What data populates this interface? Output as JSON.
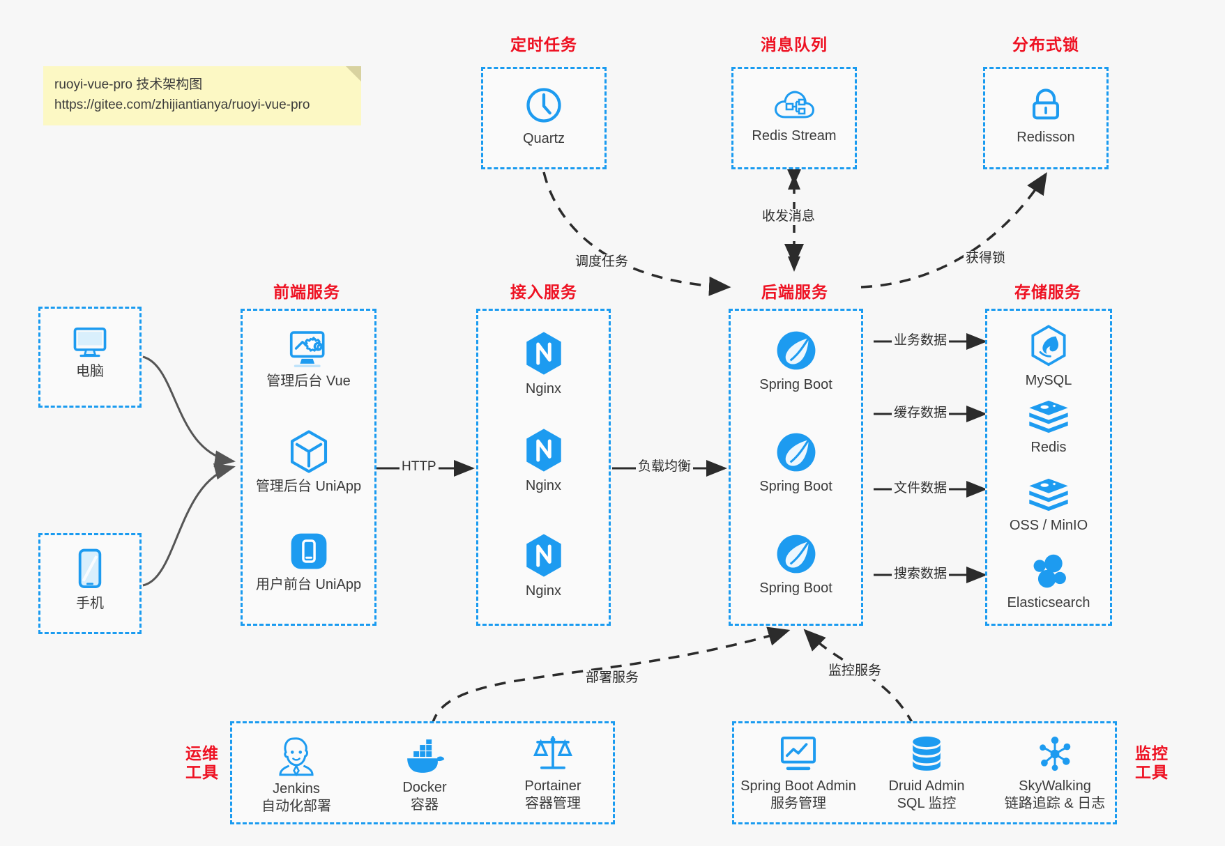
{
  "note": {
    "line1": "ruoyi-vue-pro 技术架构图",
    "line2": "https://gitee.com/zhijiantianya/ruoyi-vue-pro"
  },
  "colors": {
    "accent_blue": "#1a9bf0",
    "caption_red": "#ee1122",
    "icon_blue": "#1d9bf0",
    "edge_gray": "#555555",
    "note_yellow": "#fcf8c4",
    "canvas": "#f7f7f7"
  },
  "captions": {
    "scheduled_task": "定时任务",
    "message_queue": "消息队列",
    "distributed_lock": "分布式锁",
    "frontend_service": "前端服务",
    "access_service": "接入服务",
    "backend_service": "后端服务",
    "storage_service": "存储服务",
    "devops_tools_l1": "运维",
    "devops_tools_l2": "工具",
    "monitor_tools_l1": "监控",
    "monitor_tools_l2": "工具"
  },
  "clients": [
    {
      "label": "电脑",
      "icon": "desktop-computer-icon"
    },
    {
      "label": "手机",
      "icon": "mobile-phone-icon"
    }
  ],
  "scheduled_task": {
    "nodes": [
      {
        "label": "Quartz",
        "icon": "clock-icon"
      }
    ]
  },
  "message_queue": {
    "nodes": [
      {
        "label": "Redis Stream",
        "icon": "cloud-stream-icon"
      }
    ]
  },
  "distributed_lock": {
    "nodes": [
      {
        "label": "Redisson",
        "icon": "padlock-icon"
      }
    ]
  },
  "frontend_service": {
    "nodes": [
      {
        "label": "管理后台 Vue",
        "icon": "dashboard-settings-icon"
      },
      {
        "label": "管理后台 UniApp",
        "icon": "cube-icon"
      },
      {
        "label": "用户前台 UniApp",
        "icon": "mobile-app-icon"
      }
    ]
  },
  "access_service": {
    "nodes": [
      {
        "label": "Nginx",
        "icon": "nginx-icon"
      },
      {
        "label": "Nginx",
        "icon": "nginx-icon"
      },
      {
        "label": "Nginx",
        "icon": "nginx-icon"
      }
    ]
  },
  "backend_service": {
    "nodes": [
      {
        "label": "Spring Boot",
        "icon": "spring-leaf-icon"
      },
      {
        "label": "Spring Boot",
        "icon": "spring-leaf-icon"
      },
      {
        "label": "Spring Boot",
        "icon": "spring-leaf-icon"
      }
    ]
  },
  "storage_service": {
    "nodes": [
      {
        "label": "MySQL",
        "icon": "mysql-dolphin-icon"
      },
      {
        "label": "Redis",
        "icon": "redis-stack-icon"
      },
      {
        "label": "OSS / MinIO",
        "icon": "redis-stack-icon"
      },
      {
        "label": "Elasticsearch",
        "icon": "elasticsearch-icon"
      }
    ]
  },
  "devops_tools": {
    "nodes": [
      {
        "label": "Jenkins",
        "sublabel": "自动化部署",
        "icon": "jenkins-butler-icon"
      },
      {
        "label": "Docker",
        "sublabel": "容器",
        "icon": "docker-whale-icon"
      },
      {
        "label": "Portainer",
        "sublabel": "容器管理",
        "icon": "scales-balance-icon"
      }
    ]
  },
  "monitor_tools": {
    "nodes": [
      {
        "label": "Spring Boot Admin",
        "sublabel": "服务管理",
        "icon": "monitor-chart-icon"
      },
      {
        "label": "Druid Admin",
        "sublabel": "SQL 监控",
        "icon": "database-cylinder-icon"
      },
      {
        "label": "SkyWalking",
        "sublabel": "链路追踪 & 日志",
        "icon": "skywalking-nodes-icon"
      }
    ]
  },
  "edges": {
    "http": "HTTP",
    "load_balance": "负载均衡",
    "schedule_task": "调度任务",
    "send_receive_message": "收发消息",
    "acquire_lock": "获得锁",
    "business_data": "业务数据",
    "cache_data": "缓存数据",
    "file_data": "文件数据",
    "search_data": "搜索数据",
    "deploy_service": "部署服务",
    "monitor_service": "监控服务"
  }
}
